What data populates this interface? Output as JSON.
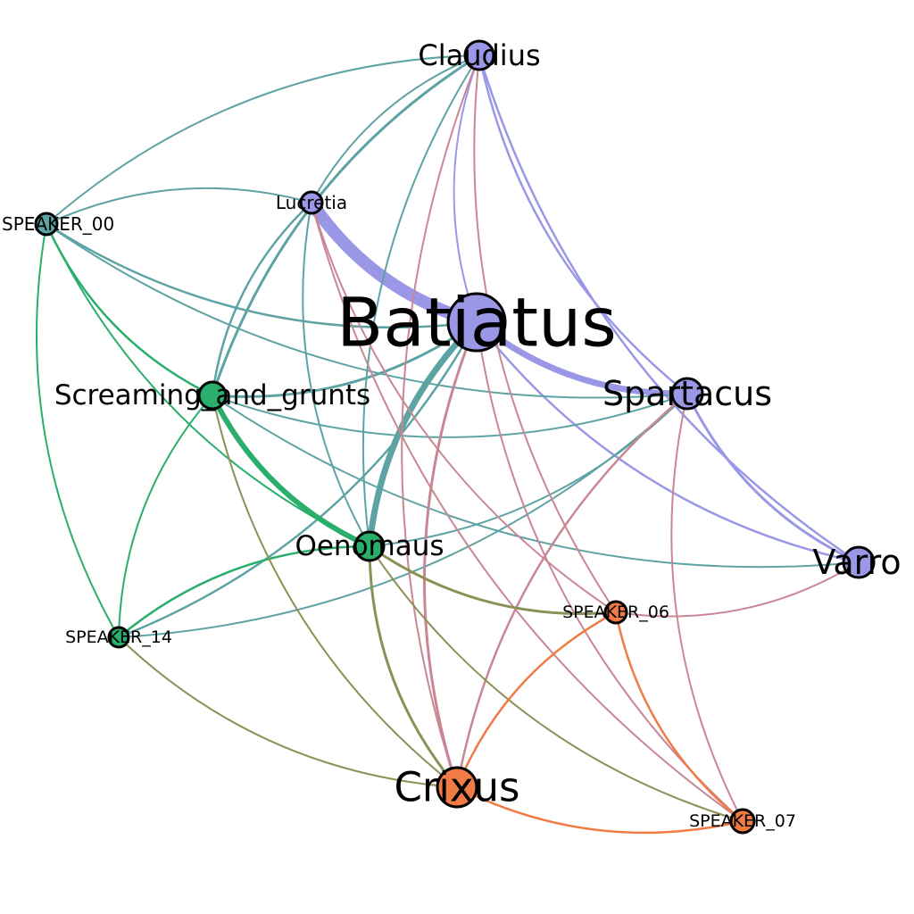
{
  "colors": {
    "lavender": "#9a97e6",
    "teal": "#5ea3a4",
    "rose": "#c98794",
    "green": "#2aae6b",
    "olive": "#8c9055",
    "orange": "#f07b45"
  },
  "nodes": [
    {
      "id": "claudius",
      "label": "Claudius",
      "color": "#9a97e6",
      "size": "medium"
    },
    {
      "id": "lucretia",
      "label": "Lucretia",
      "color": "#9a97e6",
      "size": "small"
    },
    {
      "id": "speaker00",
      "label": "SPEAKER_00",
      "color": "#5ea3a4",
      "size": "small"
    },
    {
      "id": "batiatus",
      "label": "Batiatus",
      "color": "#9a97e6",
      "size": "xlarge"
    },
    {
      "id": "spartacus",
      "label": "Spartacus",
      "color": "#9a97e6",
      "size": "medium"
    },
    {
      "id": "screaming",
      "label": "Screaming_and_grunts",
      "color": "#2aae6b",
      "size": "medium"
    },
    {
      "id": "oenomaus",
      "label": "Oenomaus",
      "color": "#2aae6b",
      "size": "medium"
    },
    {
      "id": "varro",
      "label": "Varro",
      "color": "#9a97e6",
      "size": "medium"
    },
    {
      "id": "speaker06",
      "label": "SPEAKER_06",
      "color": "#f07b45",
      "size": "small"
    },
    {
      "id": "speaker14",
      "label": "SPEAKER_14",
      "color": "#2aae6b",
      "size": "small"
    },
    {
      "id": "crixus",
      "label": "Crixus",
      "color": "#f07b45",
      "size": "large"
    },
    {
      "id": "speaker07",
      "label": "SPEAKER_07",
      "color": "#f07b45",
      "size": "small"
    }
  ],
  "edges": [
    {
      "source": "lucretia",
      "target": "batiatus",
      "color": "#9a97e6",
      "weight": 14
    },
    {
      "source": "batiatus",
      "target": "spartacus",
      "color": "#9a97e6",
      "weight": 7
    },
    {
      "source": "claudius",
      "target": "batiatus",
      "color": "#9a97e6",
      "weight": 2
    },
    {
      "source": "claudius",
      "target": "varro",
      "color": "#9a97e6",
      "weight": 2.5
    },
    {
      "source": "batiatus",
      "target": "varro",
      "color": "#9a97e6",
      "weight": 2.5
    },
    {
      "source": "spartacus",
      "target": "varro",
      "color": "#9a97e6",
      "weight": 3
    },
    {
      "source": "claudius",
      "target": "spartacus",
      "color": "#9a97e6",
      "weight": 2.5
    },
    {
      "source": "batiatus",
      "target": "oenomaus",
      "color": "#5ea3a4",
      "weight": 7
    },
    {
      "source": "claudius",
      "target": "screaming",
      "color": "#5ea3a4",
      "weight": 3
    },
    {
      "source": "claudius",
      "target": "lucretia",
      "color": "#5ea3a4",
      "weight": 2
    },
    {
      "source": "claudius",
      "target": "oenomaus",
      "color": "#5ea3a4",
      "weight": 2
    },
    {
      "source": "claudius",
      "target": "speaker00",
      "color": "#5ea3a4",
      "weight": 2
    },
    {
      "source": "lucretia",
      "target": "speaker00",
      "color": "#5ea3a4",
      "weight": 2
    },
    {
      "source": "lucretia",
      "target": "screaming",
      "color": "#5ea3a4",
      "weight": 2.5
    },
    {
      "source": "lucretia",
      "target": "oenomaus",
      "color": "#5ea3a4",
      "weight": 2
    },
    {
      "source": "speaker00",
      "target": "batiatus",
      "color": "#5ea3a4",
      "weight": 2.5
    },
    {
      "source": "speaker00",
      "target": "spartacus",
      "color": "#5ea3a4",
      "weight": 2
    },
    {
      "source": "screaming",
      "target": "batiatus",
      "color": "#5ea3a4",
      "weight": 3
    },
    {
      "source": "screaming",
      "target": "spartacus",
      "color": "#5ea3a4",
      "weight": 2
    },
    {
      "source": "screaming",
      "target": "varro",
      "color": "#5ea3a4",
      "weight": 2
    },
    {
      "source": "oenomaus",
      "target": "spartacus",
      "color": "#5ea3a4",
      "weight": 2
    },
    {
      "source": "speaker14",
      "target": "spartacus",
      "color": "#5ea3a4",
      "weight": 2
    },
    {
      "source": "speaker14",
      "target": "batiatus",
      "color": "#5ea3a4",
      "weight": 2.5
    },
    {
      "source": "claudius",
      "target": "crixus",
      "color": "#c98794",
      "weight": 2
    },
    {
      "source": "lucretia",
      "target": "speaker06",
      "color": "#c98794",
      "weight": 2
    },
    {
      "source": "lucretia",
      "target": "speaker07",
      "color": "#c98794",
      "weight": 2
    },
    {
      "source": "batiatus",
      "target": "crixus",
      "color": "#c98794",
      "weight": 3
    },
    {
      "source": "batiatus",
      "target": "speaker07",
      "color": "#c98794",
      "weight": 2
    },
    {
      "source": "spartacus",
      "target": "crixus",
      "color": "#c98794",
      "weight": 2.5
    },
    {
      "source": "spartacus",
      "target": "speaker07",
      "color": "#c98794",
      "weight": 2
    },
    {
      "source": "speaker06",
      "target": "varro",
      "color": "#c98794",
      "weight": 2
    },
    {
      "source": "speaker06",
      "target": "crixus",
      "color": "#c98794",
      "weight": 2
    },
    {
      "source": "claudius",
      "target": "speaker06",
      "color": "#c98794",
      "weight": 2
    },
    {
      "source": "speaker00",
      "target": "speaker14",
      "color": "#2aae6b",
      "weight": 2
    },
    {
      "source": "speaker00",
      "target": "screaming",
      "color": "#2aae6b",
      "weight": 2.5
    },
    {
      "source": "speaker00",
      "target": "oenomaus",
      "color": "#2aae6b",
      "weight": 2
    },
    {
      "source": "screaming",
      "target": "oenomaus",
      "color": "#2aae6b",
      "weight": 6
    },
    {
      "source": "screaming",
      "target": "speaker14",
      "color": "#2aae6b",
      "weight": 2
    },
    {
      "source": "oenomaus",
      "target": "speaker14",
      "color": "#2aae6b",
      "weight": 2.5
    },
    {
      "source": "screaming",
      "target": "crixus",
      "color": "#8c9055",
      "weight": 2
    },
    {
      "source": "oenomaus",
      "target": "crixus",
      "color": "#8c9055",
      "weight": 3
    },
    {
      "source": "oenomaus",
      "target": "speaker06",
      "color": "#8c9055",
      "weight": 3
    },
    {
      "source": "oenomaus",
      "target": "speaker07",
      "color": "#8c9055",
      "weight": 2
    },
    {
      "source": "speaker14",
      "target": "crixus",
      "color": "#8c9055",
      "weight": 2
    },
    {
      "source": "speaker06",
      "target": "crixus",
      "color": "#f07b45",
      "weight": 2.5
    },
    {
      "source": "speaker06",
      "target": "speaker07",
      "color": "#f07b45",
      "weight": 2.5
    },
    {
      "source": "crixus",
      "target": "speaker07",
      "color": "#f07b45",
      "weight": 2.5
    }
  ]
}
